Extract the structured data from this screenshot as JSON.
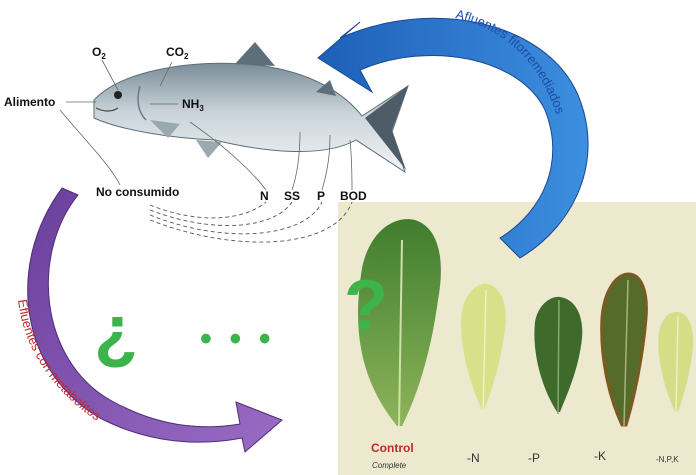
{
  "fish": {
    "labels": {
      "o2": "O",
      "o2_sub": "2",
      "co2": "CO",
      "co2_sub": "2",
      "nh3": "NH",
      "nh3_sub": "3",
      "alimento": "Alimento",
      "no_consumido": "No consumido",
      "n": "N",
      "ss": "SS",
      "p": "P",
      "bod": "BOD"
    }
  },
  "arrows": {
    "top_label": "Afluentes fitorremediados",
    "left_label": "Efluentes con metabolitos"
  },
  "marks": {
    "inverted_question": "¿",
    "ellipsis": "• • •",
    "question": "?"
  },
  "photo": {
    "labels": {
      "control": "Control",
      "complete": "Complete",
      "minus_n": "-N",
      "minus_p": "-P",
      "minus_k": "-K",
      "minus_npk": "-N,P,K"
    }
  },
  "colors": {
    "blue_arrow": "#2a6fc9",
    "purple_arrow": "#7b52a8",
    "green_mark": "#3cb44b",
    "red_text": "#c0282d",
    "blue_text": "#1b4ea6",
    "photo_bg": "#ece9cf"
  }
}
